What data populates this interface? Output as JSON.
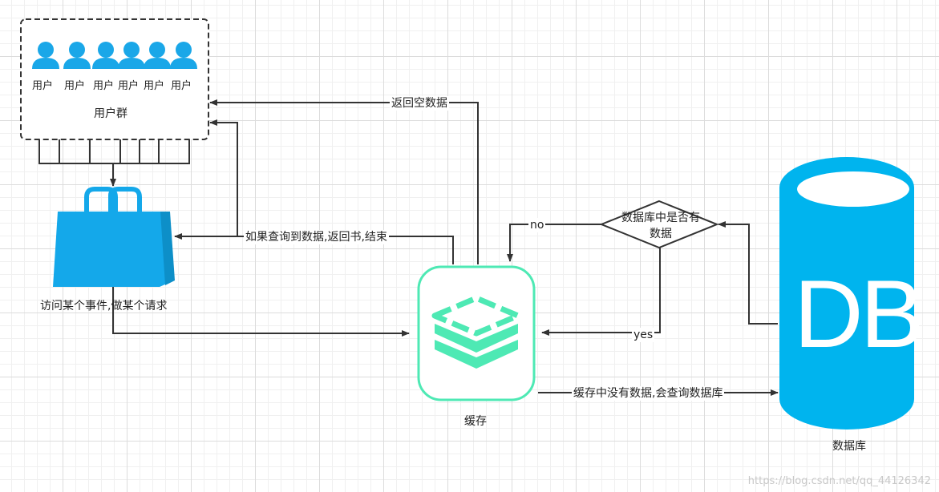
{
  "nodes": {
    "users": {
      "labels": [
        "用户",
        "用户",
        "用户",
        "用户",
        "用户",
        "用户"
      ],
      "group_label": "用户群"
    },
    "request": {
      "label": "访问某个事件,做某个请求"
    },
    "cache": {
      "label": "缓存"
    },
    "decision": {
      "line1": "数据库中是否有",
      "line2": "数据"
    },
    "database": {
      "icon_text": "DB",
      "label": "数据库"
    }
  },
  "edges": {
    "return_empty": "返回空数据",
    "found_return": "如果查询到数据,返回书,结束",
    "no": "no",
    "yes": "yes",
    "cache_miss": "缓存中没有数据,会查询数据库"
  },
  "watermark": "https://blog.csdn.net/qq_44126342",
  "colors": {
    "user_blue": "#1aa7e8",
    "bag_blue": "#14a8ea",
    "cache_green": "#4ee9b4",
    "db_blue": "#00b4ee",
    "line": "#333333"
  }
}
